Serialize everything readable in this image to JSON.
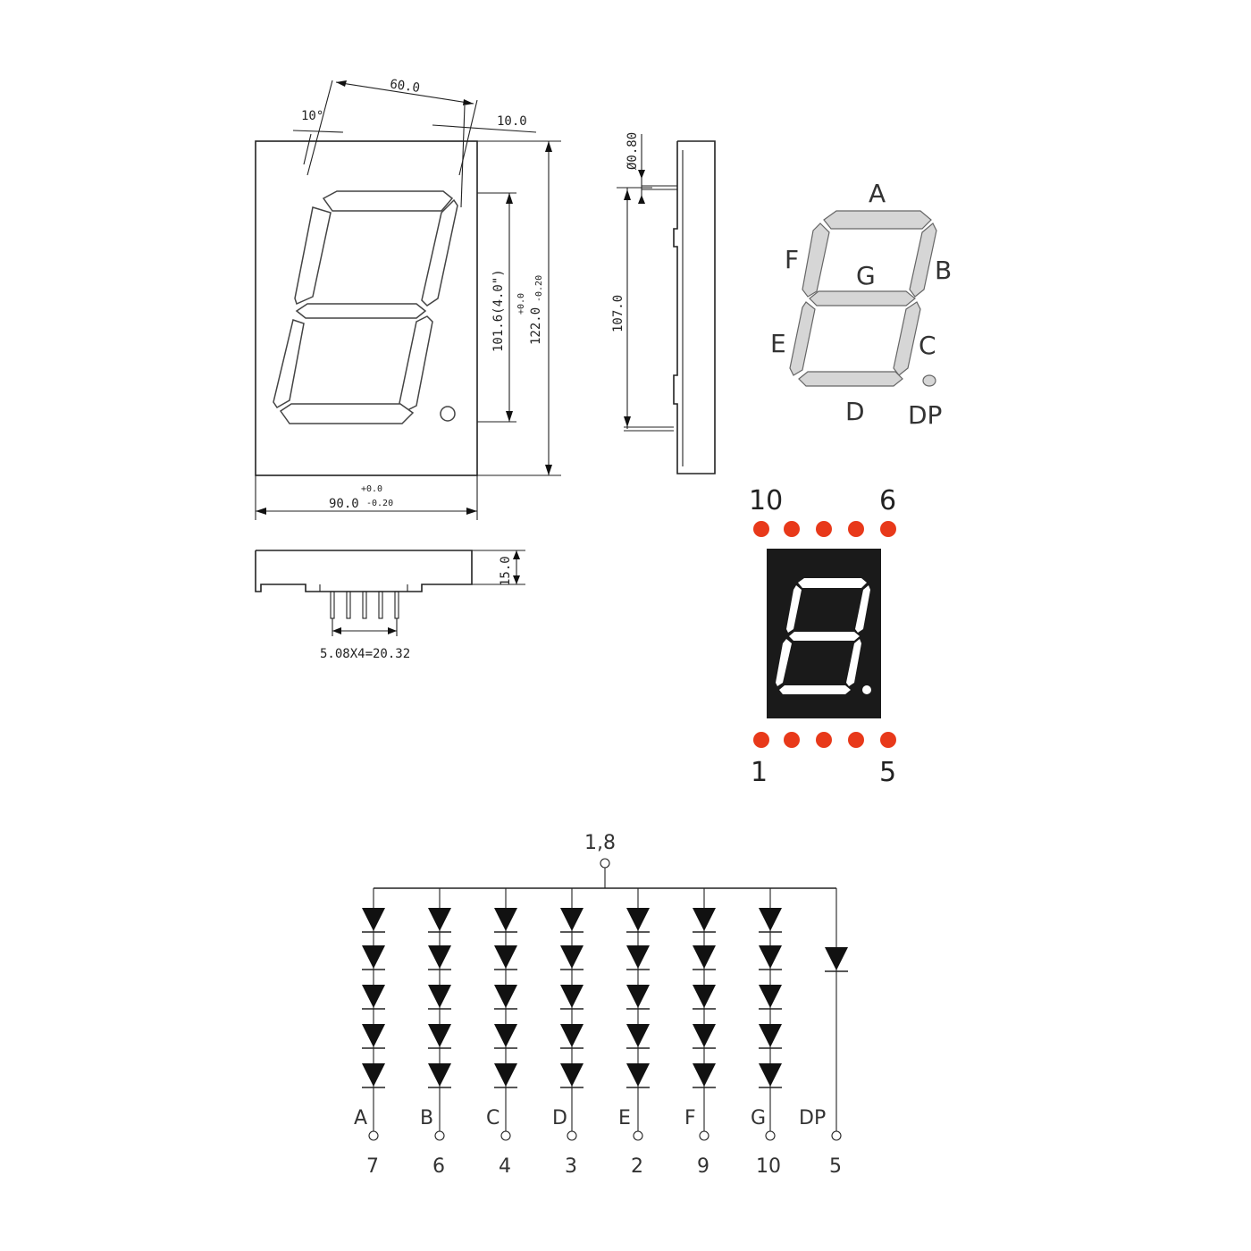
{
  "front_view": {
    "dim_top": "60.0",
    "dim_angle": "10°",
    "dim_right_top": "10.0",
    "dim_char_height": "101.6(4.0\")",
    "dim_total_height": "122.0",
    "dim_total_height_tol_plus": "+0.0",
    "dim_total_height_tol_minus": "-0.20",
    "dim_width": "90.0",
    "dim_width_tol_plus": "+0.0",
    "dim_width_tol_minus": "-0.20"
  },
  "side_view": {
    "dim_pin_dia": "Ø0.80",
    "dim_pin_span": "107.0"
  },
  "bottom_view": {
    "dim_depth": "15.0",
    "dim_pitch": "5.08X4=20.32"
  },
  "segment_map": {
    "labels": [
      "A",
      "B",
      "C",
      "D",
      "E",
      "F",
      "G",
      "DP"
    ]
  },
  "pinout": {
    "top_left": "10",
    "top_right": "6",
    "bottom_left": "1",
    "bottom_right": "5",
    "pin_color": "#e8391a",
    "body_color": "#1a1a1a"
  },
  "schematic": {
    "common": "1,8",
    "segments": [
      {
        "name": "A",
        "pin": "7"
      },
      {
        "name": "B",
        "pin": "6"
      },
      {
        "name": "C",
        "pin": "4"
      },
      {
        "name": "D",
        "pin": "3"
      },
      {
        "name": "E",
        "pin": "2"
      },
      {
        "name": "F",
        "pin": "9"
      },
      {
        "name": "G",
        "pin": "10"
      },
      {
        "name": "DP",
        "pin": "5"
      }
    ]
  }
}
